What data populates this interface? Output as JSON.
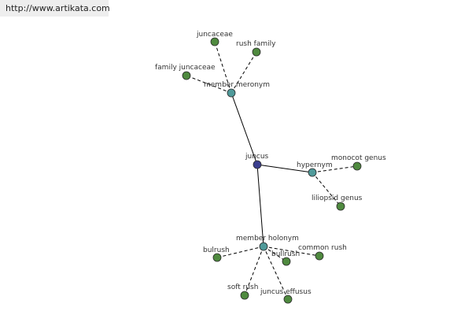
{
  "header": {
    "url": "http://www.artikata.com"
  },
  "graph": {
    "colors": {
      "center": "#3b3f8f",
      "relation": "#4f9a9a",
      "leaf": "#4f8a3f"
    },
    "nodes": [
      {
        "id": "juncus",
        "label": "juncus",
        "kind": "center"
      },
      {
        "id": "member-meronym",
        "label": "member meronym",
        "kind": "relation"
      },
      {
        "id": "hypernym",
        "label": "hypernym",
        "kind": "relation"
      },
      {
        "id": "member-holonym",
        "label": "member holonym",
        "kind": "relation"
      },
      {
        "id": "juncaceae",
        "label": "juncaceae",
        "kind": "leaf"
      },
      {
        "id": "rush-family",
        "label": "rush family",
        "kind": "leaf"
      },
      {
        "id": "family-juncaceae",
        "label": "family juncaceae",
        "kind": "leaf"
      },
      {
        "id": "monocot-genus",
        "label": "monocot genus",
        "kind": "leaf"
      },
      {
        "id": "liliopsid-genus",
        "label": "liliopsid genus",
        "kind": "leaf"
      },
      {
        "id": "bulrush-1",
        "label": "bulrush",
        "kind": "leaf"
      },
      {
        "id": "bulrush-2",
        "label": "bullrush",
        "kind": "leaf"
      },
      {
        "id": "common-rush",
        "label": "common rush",
        "kind": "leaf"
      },
      {
        "id": "soft-rush",
        "label": "soft rush",
        "kind": "leaf"
      },
      {
        "id": "juncus-effusus",
        "label": "juncus effusus",
        "kind": "leaf"
      }
    ],
    "edges": [
      {
        "from": "juncus",
        "to": "member-meronym",
        "style": "solid"
      },
      {
        "from": "juncus",
        "to": "hypernym",
        "style": "solid"
      },
      {
        "from": "juncus",
        "to": "member-holonym",
        "style": "solid"
      },
      {
        "from": "member-meronym",
        "to": "juncaceae",
        "style": "dashed"
      },
      {
        "from": "member-meronym",
        "to": "rush-family",
        "style": "dashed"
      },
      {
        "from": "member-meronym",
        "to": "family-juncaceae",
        "style": "dashed"
      },
      {
        "from": "hypernym",
        "to": "monocot-genus",
        "style": "dashed"
      },
      {
        "from": "hypernym",
        "to": "liliopsid-genus",
        "style": "dashed"
      },
      {
        "from": "member-holonym",
        "to": "bulrush-1",
        "style": "dashed"
      },
      {
        "from": "member-holonym",
        "to": "bulrush-2",
        "style": "dashed"
      },
      {
        "from": "member-holonym",
        "to": "common-rush",
        "style": "dashed"
      },
      {
        "from": "member-holonym",
        "to": "soft-rush",
        "style": "dashed"
      },
      {
        "from": "member-holonym",
        "to": "juncus-effusus",
        "style": "dashed"
      }
    ]
  }
}
